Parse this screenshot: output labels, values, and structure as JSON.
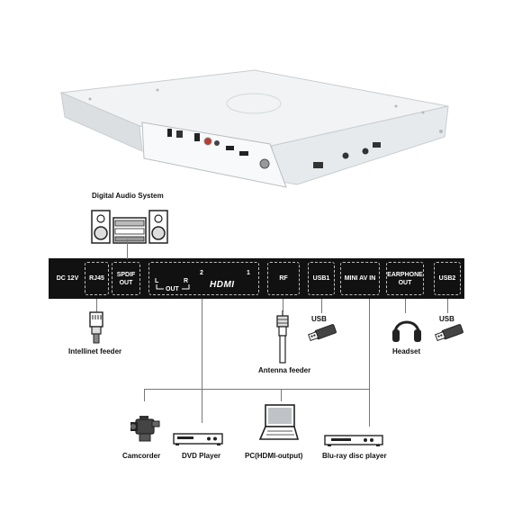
{
  "header": {
    "digital_audio_label": "Digital Audio System"
  },
  "ports": {
    "dc": "DC 12V",
    "rj45": "RJ45",
    "spdif_line1": "SPDIF",
    "spdif_line2": "OUT",
    "audio_l": "L",
    "audio_out": "OUT",
    "audio_r": "R",
    "hdmi2_num": "2",
    "hdmi_logo": "HDMI",
    "hdmi1_num": "1",
    "rf": "RF",
    "usb1": "USB1",
    "mini_av": "MINI AV IN",
    "earphone_line1": "EARPHONE",
    "earphone_line2": "OUT",
    "usb2": "USB2"
  },
  "devices": {
    "intellinet": "Intellinet feeder",
    "usb_a": "USB",
    "usb_b": "USB",
    "antenna": "Antenna feeder",
    "headset": "Headset",
    "camcorder": "Camcorder",
    "dvd": "DVD Player",
    "pc": "PC(HDMI-output)",
    "bluray": "Blu-ray disc player"
  },
  "colors": {
    "bar": "#111111",
    "port_border": "#bdbdbd",
    "line": "#777777",
    "device_body": "#eef0f2"
  }
}
